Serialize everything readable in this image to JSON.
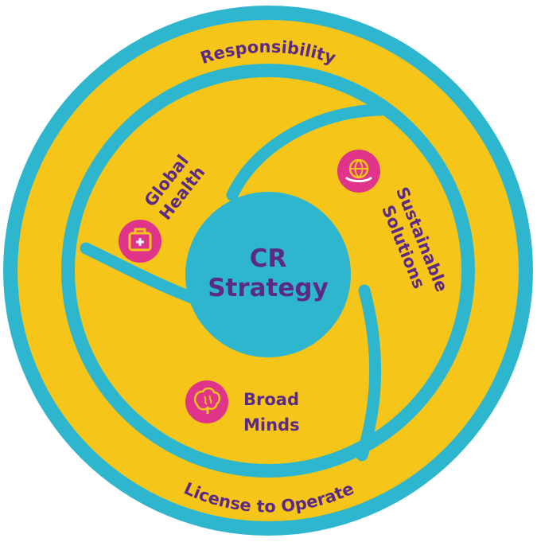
{
  "diagram": {
    "center": {
      "line1": "CR",
      "line2": "Strategy"
    },
    "outer_top": "Responsibility",
    "outer_bottom": "License to Operate",
    "pillars": {
      "global_health": {
        "line1": "Global",
        "line2": "Health",
        "icon": "medical-kit-icon"
      },
      "sustainable_solutions": {
        "line1": "Sustainable",
        "line2": "Solutions",
        "icon": "globe-hand-icon"
      },
      "broad_minds": {
        "line1": "Broad",
        "line2": "Minds",
        "icon": "brain-icon"
      }
    }
  },
  "colors": {
    "teal": "#2fb6cf",
    "yellow": "#f6c519",
    "purple": "#5b2a86",
    "magenta": "#e0338a"
  }
}
